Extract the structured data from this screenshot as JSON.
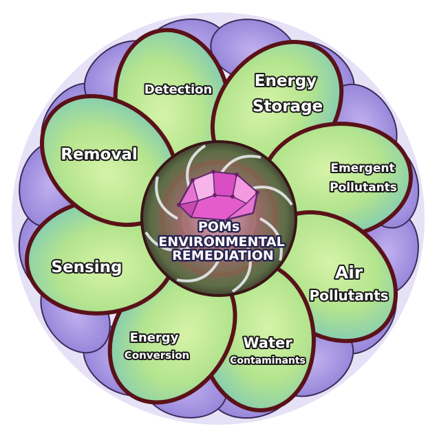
{
  "center": {
    "title_line1": "POMs",
    "title_line2": "ENVIRONMENTAL",
    "title_line3": "REMEDIATION"
  },
  "petals": [
    {
      "id": "detection",
      "lines": [
        "Detection"
      ]
    },
    {
      "id": "energy-storage",
      "lines": [
        "Energy",
        "Storage"
      ]
    },
    {
      "id": "emergent-pollutants",
      "lines": [
        "Emergent",
        "Pollutants"
      ]
    },
    {
      "id": "air-pollutants",
      "lines": [
        "Air",
        "Pollutants"
      ]
    },
    {
      "id": "water-contaminants",
      "lines": [
        "Water",
        "Contaminants"
      ]
    },
    {
      "id": "energy-conversion",
      "lines": [
        "Energy",
        "Conversion"
      ]
    },
    {
      "id": "sensing",
      "lines": [
        "Sensing"
      ]
    },
    {
      "id": "removal",
      "lines": [
        "Removal"
      ]
    }
  ],
  "colors": {
    "petal_green": "#b7e58f",
    "petal_purple": "#a99be0",
    "outline_dark_red": "#5a1218",
    "center_pink": "#e86bd0",
    "center_dark": "#6a3f3a"
  }
}
